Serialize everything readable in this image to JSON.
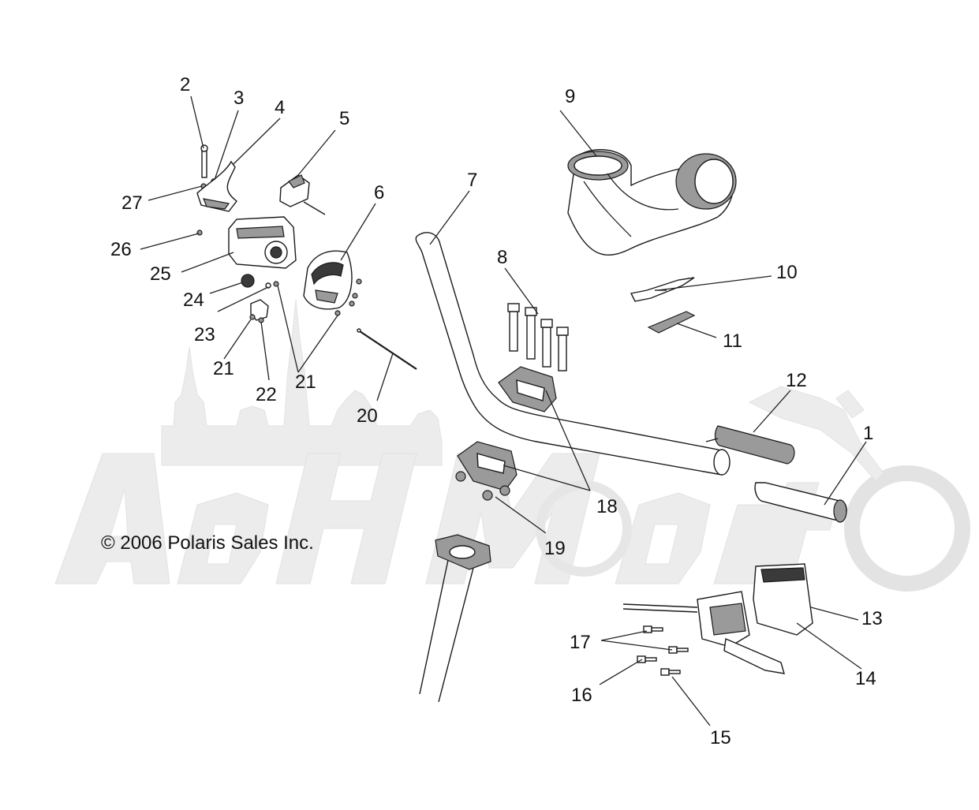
{
  "diagram": {
    "copyright": "© 2006 Polaris Sales Inc.",
    "watermark_brand": "AchMoto",
    "callouts": [
      {
        "id": "1",
        "text": "1"
      },
      {
        "id": "2",
        "text": "2"
      },
      {
        "id": "3",
        "text": "3"
      },
      {
        "id": "4",
        "text": "4"
      },
      {
        "id": "5",
        "text": "5"
      },
      {
        "id": "6",
        "text": "6"
      },
      {
        "id": "7",
        "text": "7"
      },
      {
        "id": "8",
        "text": "8"
      },
      {
        "id": "9",
        "text": "9"
      },
      {
        "id": "10",
        "text": "10"
      },
      {
        "id": "11",
        "text": "11"
      },
      {
        "id": "12",
        "text": "12"
      },
      {
        "id": "13",
        "text": "13"
      },
      {
        "id": "14",
        "text": "14"
      },
      {
        "id": "15",
        "text": "15"
      },
      {
        "id": "16",
        "text": "16"
      },
      {
        "id": "17",
        "text": "17"
      },
      {
        "id": "18",
        "text": "18"
      },
      {
        "id": "19",
        "text": "19"
      },
      {
        "id": "20",
        "text": "20"
      },
      {
        "id": "21a",
        "text": "21"
      },
      {
        "id": "21b",
        "text": "21"
      },
      {
        "id": "22",
        "text": "22"
      },
      {
        "id": "23",
        "text": "23"
      },
      {
        "id": "24",
        "text": "24"
      },
      {
        "id": "25",
        "text": "25"
      },
      {
        "id": "26",
        "text": "26"
      },
      {
        "id": "27",
        "text": "27"
      }
    ]
  }
}
